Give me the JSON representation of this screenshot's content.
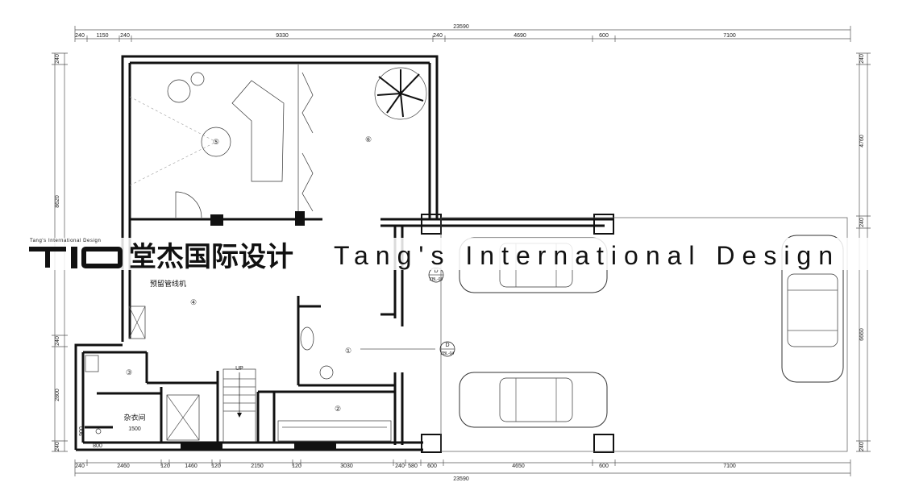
{
  "dimensions": {
    "top_total": "23590",
    "top_segments": [
      "240",
      "1150",
      "240",
      "9330",
      "240",
      "4690",
      "600",
      "7100"
    ],
    "bottom_total": "23590",
    "bottom_segments": [
      "240",
      "2460",
      "120",
      "1460",
      "120",
      "2150",
      "120",
      "3030",
      "240",
      "580",
      "600",
      "4650",
      "600",
      "7100"
    ],
    "left_segments": [
      "240",
      "8620",
      "240",
      "2800",
      "240"
    ],
    "right_segments": [
      "240",
      "4760",
      "240",
      "6660",
      "240"
    ],
    "small_900": "900",
    "small_800": "800",
    "small_1500": "1500"
  },
  "rooms": {
    "r1": "①",
    "r2": "②",
    "r3": "③",
    "r4": "④",
    "r5": "⑤",
    "r6": "⑥"
  },
  "labels": {
    "utility": "预留管线机",
    "storage": "杂衣间",
    "up": "UP",
    "marker_top_letter": "D",
    "marker_top_code": "ZBL-03",
    "marker_mid_letter": "D",
    "marker_mid_code": "ZBL-04"
  },
  "brand": {
    "small": "Tang's International Design",
    "logo": "TIO",
    "cn": "堂杰国际设计",
    "en": "Tang's International Design"
  }
}
